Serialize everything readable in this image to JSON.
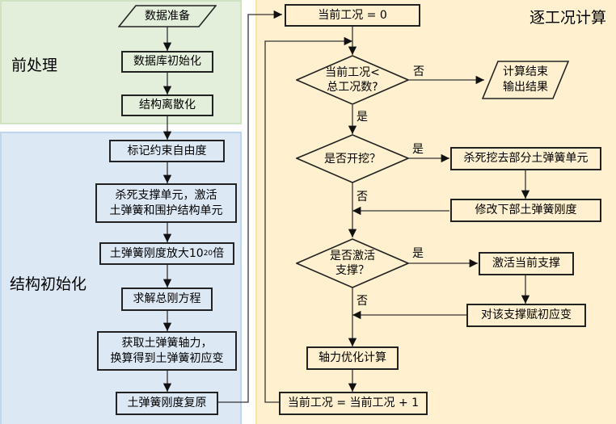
{
  "sections": {
    "preprocess": "前处理",
    "structure_init": "结构初始化",
    "stage_calc": "逐工况计算"
  },
  "preprocess": {
    "data_prep": "数据准备",
    "db_init": "数据库初始化",
    "discretize": "结构离散化"
  },
  "structure_init": {
    "mark_dof": "标记约束自由度",
    "kill_activate": "杀死支撑单元，激活\n土弹簧和围护结构单元",
    "amplify_prefix": "土弹簧刚度放大10",
    "amplify_exp": "20",
    "amplify_suffix": "倍",
    "solve": "求解总刚方程",
    "get_axial": "获取土弹簧轴力，\n换算得到土弹簧初应变",
    "restore": "土弹簧刚度复原"
  },
  "stage_calc": {
    "init_stage": "当前工况 = 0",
    "check_stage": "当前工况<\n总工况数?",
    "end_output": "计算结束\n输出结果",
    "check_excavate": "是否开挖？",
    "kill_soil": "杀死挖去部分土弹簧单元",
    "modify_stiffness": "修改下部土弹簧刚度",
    "check_support": "是否激活\n支撑？",
    "activate_support": "激活当前支撑",
    "assign_strain": "对该支撑赋初应变",
    "optimize": "轴力优化计算",
    "increment": "当前工况 = 当前工况 + 1"
  },
  "edge_labels": {
    "no_1": "否",
    "yes_1": "是",
    "yes_2": "是",
    "no_2": "否",
    "yes_3": "是",
    "no_3": "否"
  },
  "colors": {
    "preprocess_bg": "#e3eedb",
    "init_bg": "#dde8f5",
    "loop_bg": "#fff1cf",
    "line": "#222222"
  }
}
